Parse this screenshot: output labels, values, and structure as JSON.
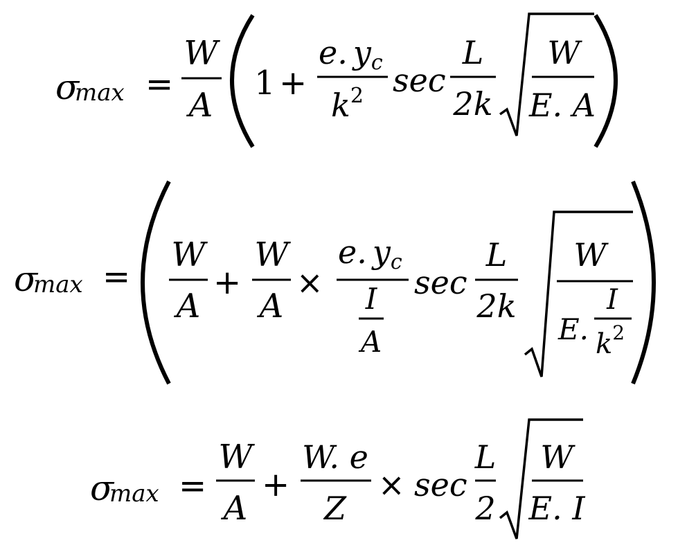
{
  "equations": {
    "eq1": {
      "lhs": "σ",
      "lhs_sub": "max",
      "equals": "=",
      "f1_num": "W",
      "f1_den": "A",
      "one": "1",
      "plus": "+",
      "f2_num_a": "e.",
      "f2_num_b": "y",
      "f2_num_sub": "c",
      "f2_den": "k",
      "f2_den_sup": "2",
      "sec": "sec",
      "f3_num": "L",
      "f3_den": "2k",
      "rad_num": "W",
      "rad_den": "E. A"
    },
    "eq2": {
      "lhs": "σ",
      "lhs_sub": "max",
      "equals": "=",
      "f1_num": "W",
      "f1_den": "A",
      "plus": "+",
      "f2_num": "W",
      "f2_den": "A",
      "times": "×",
      "f3_num_a": "e.",
      "f3_num_b": "y",
      "f3_num_sub": "c",
      "f3_den_num": "I",
      "f3_den_den": "A",
      "sec": "sec",
      "f4_num": "L",
      "f4_den": "2k",
      "rad_num": "W",
      "rad_den_a": "E.",
      "rad_den_num": "I",
      "rad_den_den": "k",
      "rad_den_sup": "2"
    },
    "eq3": {
      "lhs": "σ",
      "lhs_sub": "max",
      "equals": "=",
      "f1_num": "W",
      "f1_den": "A",
      "plus": "+",
      "f2_num": "W. e",
      "f2_den": "Z",
      "times": "×",
      "sec": "sec",
      "f3_num": "L",
      "f3_den": "2",
      "rad_num": "W",
      "rad_den": "E. I"
    }
  }
}
